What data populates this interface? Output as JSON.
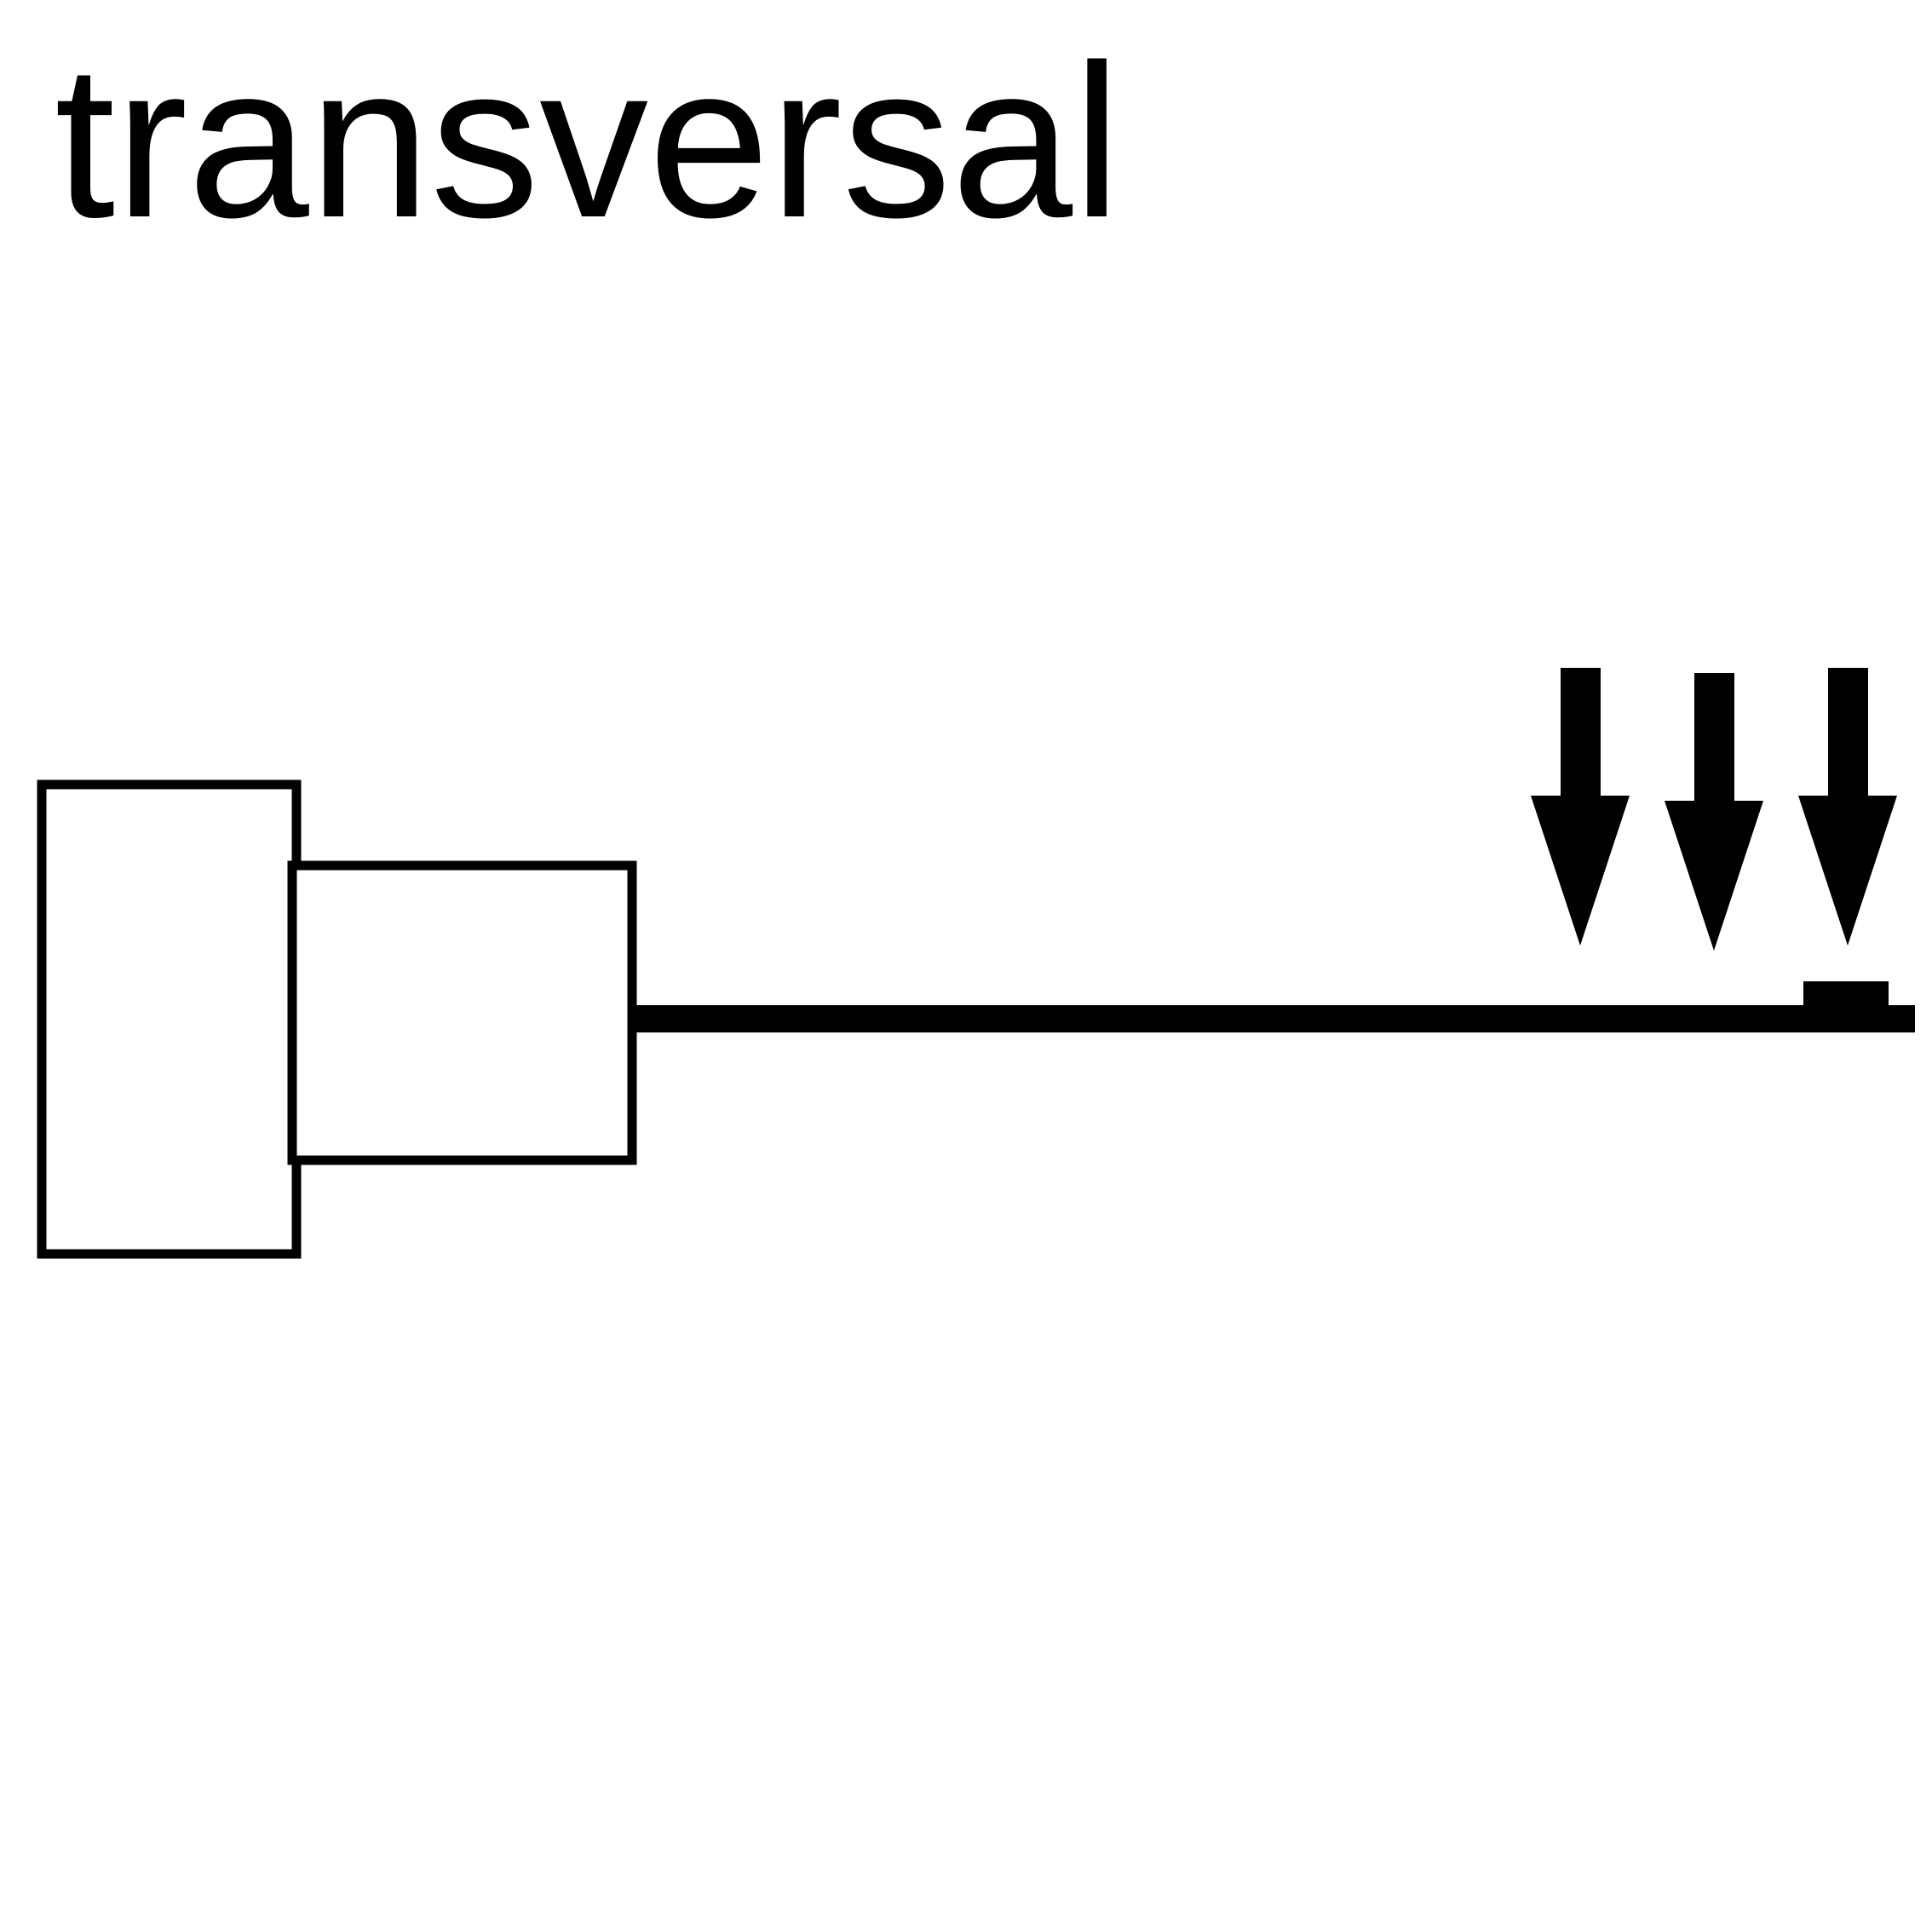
{
  "title": "transversal",
  "colors": {
    "stroke": "#000000",
    "background": "#ffffff"
  },
  "arrows": {
    "count": 3,
    "direction": "down"
  }
}
